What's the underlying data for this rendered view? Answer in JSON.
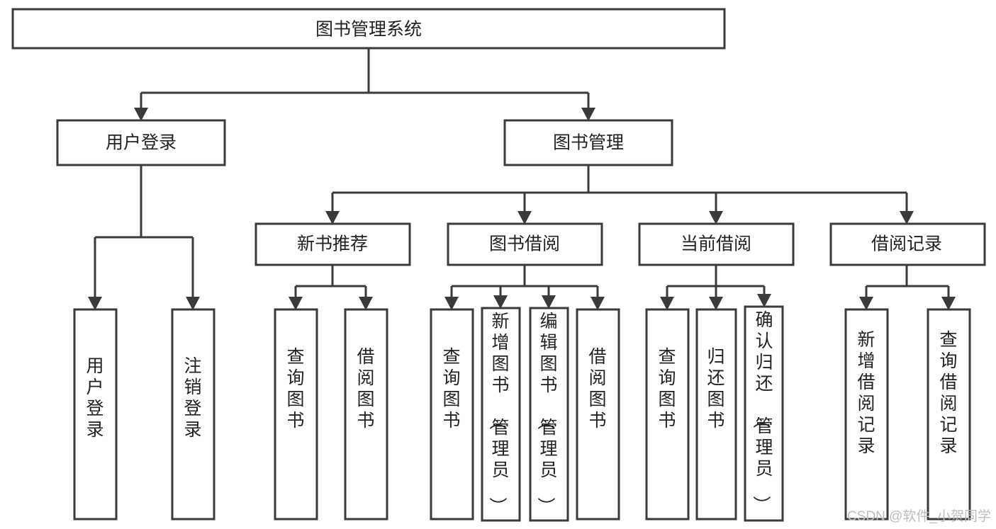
{
  "diagram": {
    "title": "图书管理系统",
    "type": "tree-hierarchy-chart",
    "orientation": "top-down",
    "watermark": "CSDN @软件_小贺同学",
    "colors": {
      "box_fill": "#ffffff",
      "box_stroke": "#3a3a3a",
      "line": "#3a3a3a",
      "text": "#222222",
      "watermark": "#bdbdbd",
      "background": "#ffffff"
    },
    "nodes": {
      "root": {
        "label": "图书管理系统"
      },
      "level2": [
        {
          "label": "用户登录"
        },
        {
          "label": "图书管理"
        }
      ],
      "level3": [
        {
          "label": "新书推荐"
        },
        {
          "label": "图书借阅"
        },
        {
          "label": "当前借阅"
        },
        {
          "label": "借阅记录"
        }
      ],
      "leaves_user_login": [
        {
          "label": "用户登录"
        },
        {
          "label": "注销登录"
        }
      ],
      "leaves_new_book": [
        {
          "label": "查询图书"
        },
        {
          "label": "借阅图书"
        }
      ],
      "leaves_book_borrow": [
        {
          "label": "查询图书"
        },
        {
          "label": "新增图书（管理员）"
        },
        {
          "label": "编辑图书（管理员）"
        },
        {
          "label": "借阅图书"
        }
      ],
      "leaves_current_borrow": [
        {
          "label": "查询图书"
        },
        {
          "label": "归还图书"
        },
        {
          "label": "确认归还（管理员）"
        }
      ],
      "leaves_borrow_record": [
        {
          "label": "新增借阅记录"
        },
        {
          "label": "查询借阅记录"
        }
      ]
    }
  }
}
